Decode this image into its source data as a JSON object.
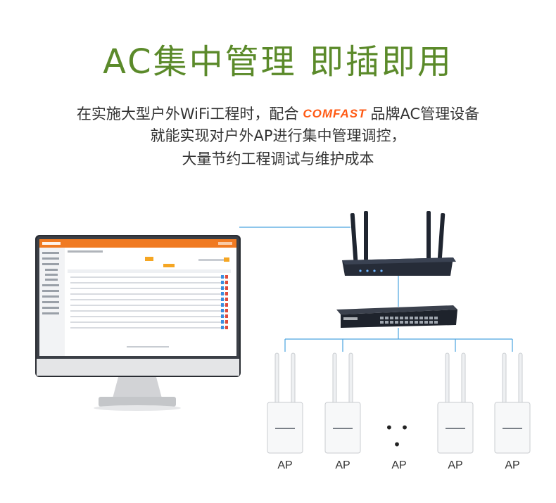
{
  "headline": "AC集中管理 即插即用",
  "description": {
    "line1_before": "在实施大型户外WiFi工程时，配合",
    "brand": "COMFAST",
    "line1_after": "品牌AC管理设备",
    "line2": "就能实现对户外AP进行集中管理调控，",
    "line3": "大量节约工程调试与维护成本"
  },
  "ap_labels": [
    "AP",
    "AP",
    "AP",
    "AP",
    "AP"
  ],
  "ellipsis": "• • •",
  "colors": {
    "headline": "#5b8a2a",
    "brand": "#ff5a14",
    "link_line": "#4aa3df",
    "ui_header": "#f07a22"
  }
}
